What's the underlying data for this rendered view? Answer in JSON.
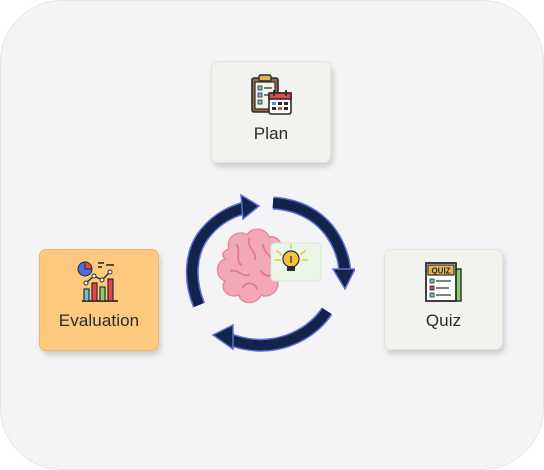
{
  "nodes": {
    "plan": {
      "label": "Plan",
      "icon": "clipboard-calendar-icon"
    },
    "quiz": {
      "label": "Quiz",
      "icon": "quiz-sheet-icon",
      "icon_text": "QUIZ"
    },
    "evaluation": {
      "label": "Evaluation",
      "icon": "bar-line-chart-icon"
    }
  },
  "center": {
    "icon": "brain-lightbulb-icon",
    "arrows": "cycle-arrows"
  },
  "colors": {
    "panel_bg": "#f4f4f6",
    "card_bg": "#f2f2ef",
    "highlight_card_bg": "#fcc97f",
    "arrow": "#14234a",
    "arrow_outline": "#5b6fd6",
    "brain": "#f2a8b8"
  }
}
